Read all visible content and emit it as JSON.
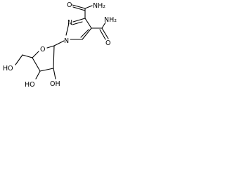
{
  "molecule": {
    "labels": {
      "amide_top": "NH₂",
      "amide_right": "NH₂",
      "o_top": "O",
      "o_right": "O",
      "n_upper": "N",
      "n_lower": "N",
      "o_ring": "O",
      "ho_left": "HO",
      "ho_bottom": "HO",
      "oh_bottom": "OH"
    },
    "ink_color": "#000000",
    "background_color": "#ffffff"
  }
}
